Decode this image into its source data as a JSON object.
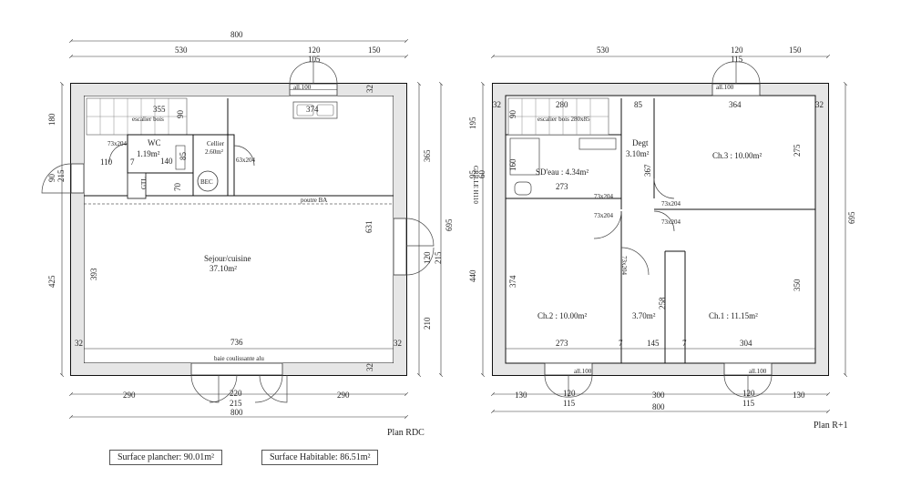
{
  "rdc": {
    "title": "Plan RDC",
    "dims": {
      "top_total": "800",
      "top_a": "530",
      "top_b": "120",
      "top_c": "150",
      "top_inner": "105",
      "bot_total": "800",
      "bot_a": "290",
      "bot_b": "220",
      "bot_c": "290",
      "bot_inner": "215",
      "left_a": "180",
      "left_b": "90",
      "left_c": "425",
      "left_d": "215",
      "right_a": "365",
      "right_total": "695",
      "right_c": "215",
      "right_d": "120",
      "right_e": "210",
      "in_355": "355",
      "in_374": "374",
      "in_32a": "32",
      "in_32b": "32",
      "in_32c": "32",
      "in_32d": "32",
      "in_631": "631",
      "in_393": "393",
      "in_736": "736",
      "in_140": "140",
      "in_110": "110",
      "in_7": "7",
      "in_85": "85",
      "in_70": "70",
      "in_90": "90"
    },
    "labels": {
      "escalier": "escalier bois",
      "wc": "WC",
      "wc_area": "1.19m²",
      "cellier": "Cellier",
      "cellier_area": "2.60m²",
      "bec": "BEC",
      "gtl": "GTL",
      "poutre": "poutre BA",
      "sejour": "Sejour/cuisine",
      "sejour_area": "37.10m²",
      "baie": "baie coulissante alu",
      "win_top": "all.100",
      "door_73a": "73x204",
      "door_63": "63x204"
    }
  },
  "r1": {
    "title": "Plan R+1",
    "dims": {
      "top_a": "530",
      "top_b": "120",
      "top_c": "150",
      "top_inner": "115",
      "bot_total": "800",
      "bot_a": "130",
      "bot_b": "120",
      "bot_c": "300",
      "bot_d": "120",
      "bot_e": "130",
      "bot_i1": "115",
      "bot_i2": "115",
      "left_a": "195",
      "left_b": "95",
      "left_c": "60",
      "left_d": "440",
      "right_total": "695",
      "in_280": "280",
      "in_85": "85",
      "in_364": "364",
      "in_32a": "32",
      "in_32b": "32",
      "in_90": "90",
      "in_160": "160",
      "in_273a": "273",
      "in_367": "367",
      "in_275": "275",
      "in_374": "374",
      "in_258": "258",
      "in_350": "350",
      "in_273b": "273",
      "in_145": "145",
      "in_304": "304",
      "in_7a": "7",
      "in_7b": "7"
    },
    "labels": {
      "escalier": "escalier bois 280x85",
      "grille": "GRILLE H110",
      "sde": "SD'eau : 4.34m²",
      "degt": "Degt",
      "degt_area": "3.10m²",
      "ch3": "Ch.3 : 10.00m²",
      "ch2": "Ch.2 : 10.00m²",
      "placard": "3.70m²",
      "ch1": "Ch.1 : 11.15m²",
      "door_a": "73x204",
      "door_b": "73x204",
      "door_c": "73x204",
      "door_d": "73x204",
      "door_e": "73x204",
      "win_top": "all.100",
      "win_b1": "all.100",
      "win_b2": "all.100"
    }
  },
  "summary": {
    "surface_plancher": "Surface plancher:  90.01m²",
    "surface_habitable": "Surface Habitable: 86.51m²"
  }
}
